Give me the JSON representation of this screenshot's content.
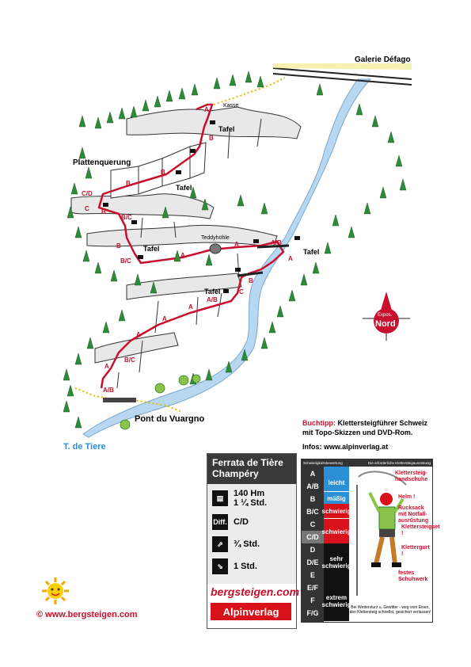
{
  "map_labels": {
    "galerie": "Galerie Défago",
    "kasse": "Kasse",
    "plattenquerung": "Plattenquerung",
    "teddyhoehle": "Teddyhöhle",
    "tafel": "Tafel",
    "pont": "Pont du Vuargno",
    "river": "T. de Tiere",
    "compass_top": "Expos.",
    "compass_main": "Nord"
  },
  "grades_on_route": [
    "A",
    "B",
    "B",
    "C/D",
    "C",
    "B",
    "B/C",
    "B",
    "B/C",
    "A",
    "A",
    "A/B",
    "A",
    "B",
    "C",
    "A/B",
    "A",
    "A",
    "B/C",
    "A",
    "A/B"
  ],
  "book": {
    "tip_label": "Buchtipp:",
    "tip_text": "Klettersteigführer Schweiz",
    "tip_line2": "mit Topo-Skizzen und DVD-Rom.",
    "infos": "Infos: www.alpinverlag.at"
  },
  "card": {
    "title1": "Ferrata de Tière",
    "title2": "Champéry",
    "height": "140 Hm",
    "time1": "1 ¼  Std.",
    "diff_icon": "Diff.",
    "diff": "C/D",
    "approach": "¾ Std.",
    "descent": "1 Std.",
    "brand1": "bergsteigen.com",
    "brand2": "Alpinverlag"
  },
  "scale": {
    "header_left": "Schwierigkeitsbewertung",
    "header_right": "Die erforderliche Klettersteigausrüstung",
    "grades": [
      "A",
      "A/B",
      "B",
      "B/C",
      "C",
      "C/D",
      "D",
      "D/E",
      "E",
      "E/F",
      "F",
      "F/G"
    ],
    "levels": [
      "leicht",
      "mäßig",
      "schwierig",
      "schwierig",
      "sehr schwierig",
      "extrem schwierig"
    ],
    "kit": [
      "Klettersteig-handschuhe",
      "Helm !",
      "Rucksack mit Notfall-ausrüstung",
      "Klettersteigset !",
      "Klettergurt !",
      "festes Schuhwerk"
    ],
    "footer1": "Bei Wettersturz u. Gewitter - weg vom Eisen,",
    "footer2": "den Klettersteig schnellst, gesichert verlassen!"
  },
  "footer": {
    "copyright": "©  www.bergsteigen.com"
  },
  "colors": {
    "route": "#c8102e",
    "river": "#b8d8f2",
    "tree": "#2e8b3a",
    "blue_grade": "#2b8fd6",
    "red_grade": "#d8111a",
    "black_grade": "#111111"
  }
}
